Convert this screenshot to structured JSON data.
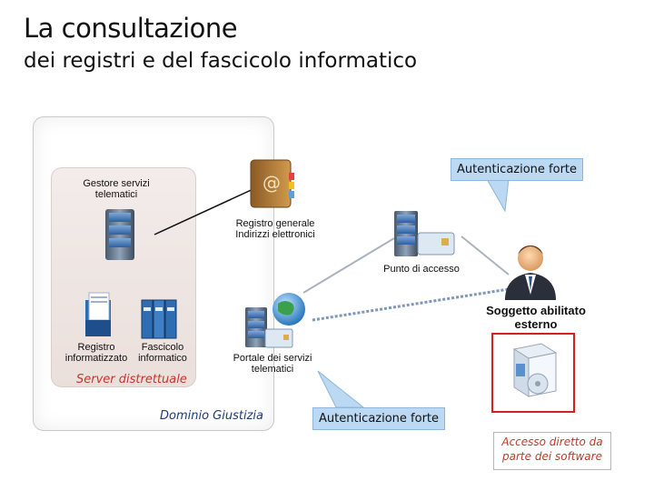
{
  "header": {
    "title": "La consultazione",
    "subtitle": "dei registri e del fascicolo informatico"
  },
  "diagram": {
    "domain_label": "Dominio Giustizia",
    "server_label": "Server distrettuale",
    "gestore_label": "Gestore servizi telematici",
    "registro_label": "Registro informatizzato",
    "fascicolo_label": "Fascicolo informatico",
    "reginde_label": "Registro generale Indirizzi elettronici",
    "punto_label": "Punto di accesso",
    "portale_label": "Portale dei servizi telematici",
    "soggetto_label": "Soggetto abilitato esterno",
    "auth_top": "Autenticazione forte",
    "auth_bottom": "Autenticazione forte",
    "access_note": "Accesso diretto da parte dei software"
  },
  "colors": {
    "callout_fill": "#bcd9f3",
    "red_frame": "#d61f1f",
    "italic_red": "#c0392b",
    "italic_blue": "#1f3b73"
  }
}
